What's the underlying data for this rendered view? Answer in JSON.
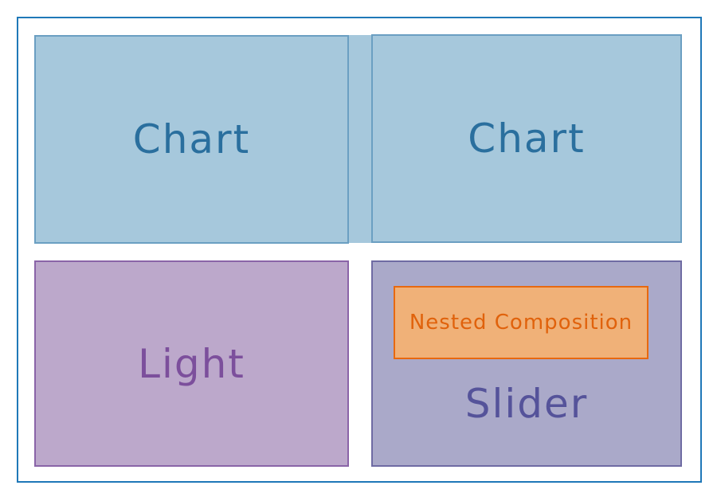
{
  "diagram": {
    "frame_color": "#1f78b8",
    "panels": [
      {
        "id": "chart-1",
        "label": "Chart",
        "fill": "#a6c8dc",
        "stroke": "#6b9fc2",
        "text": "#2a6f9e"
      },
      {
        "id": "chart-2",
        "label": "Chart",
        "fill": "#a6c8dc",
        "stroke": "#6b9fc2",
        "text": "#2a6f9e"
      },
      {
        "id": "light",
        "label": "Light",
        "fill": "#bca8cb",
        "stroke": "#8a64a8",
        "text": "#7c4f9c"
      },
      {
        "id": "slider",
        "label": "Slider",
        "fill": "#aaa9c9",
        "stroke": "#6f6ba3",
        "text": "#55539a",
        "children": [
          {
            "id": "nested-composition",
            "label": "Nested Composition",
            "fill": "#f0b178",
            "stroke": "#e8690f",
            "text": "#e0620c"
          }
        ]
      }
    ]
  }
}
